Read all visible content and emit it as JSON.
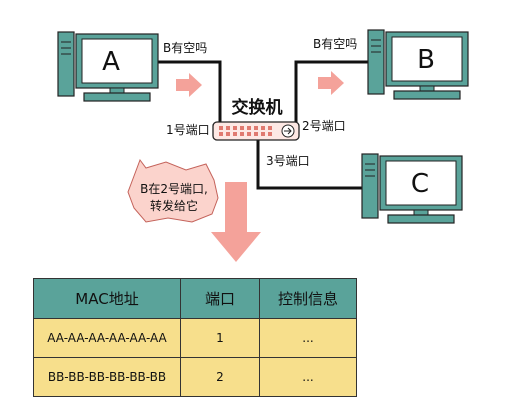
{
  "hosts": [
    {
      "letter": "A"
    },
    {
      "letter": "B"
    },
    {
      "letter": "C"
    }
  ],
  "switch": {
    "title": "交换机",
    "port1": "1号端口",
    "port2": "2号端口",
    "port3": "3号端口"
  },
  "messages": {
    "query_left": "B有空吗",
    "query_right": "B有空吗",
    "bubble_line1": "B在2号端口,",
    "bubble_line2": "转发给它"
  },
  "mac_table": {
    "headers": [
      "MAC地址",
      "端口",
      "控制信息"
    ],
    "rows": [
      [
        "AA-AA-AA-AA-AA-AA",
        "1",
        "..."
      ],
      [
        "BB-BB-BB-BB-BB-BB",
        "2",
        "..."
      ]
    ]
  },
  "colors": {
    "monitor_frame": "#5aa39a",
    "screen": "#ffffff",
    "arrow": "#f4a29a",
    "bubble": "#fbd3cc",
    "switch_body": "#fde8e4",
    "table_header": "#5aa39a",
    "table_row": "#f7df8c"
  }
}
